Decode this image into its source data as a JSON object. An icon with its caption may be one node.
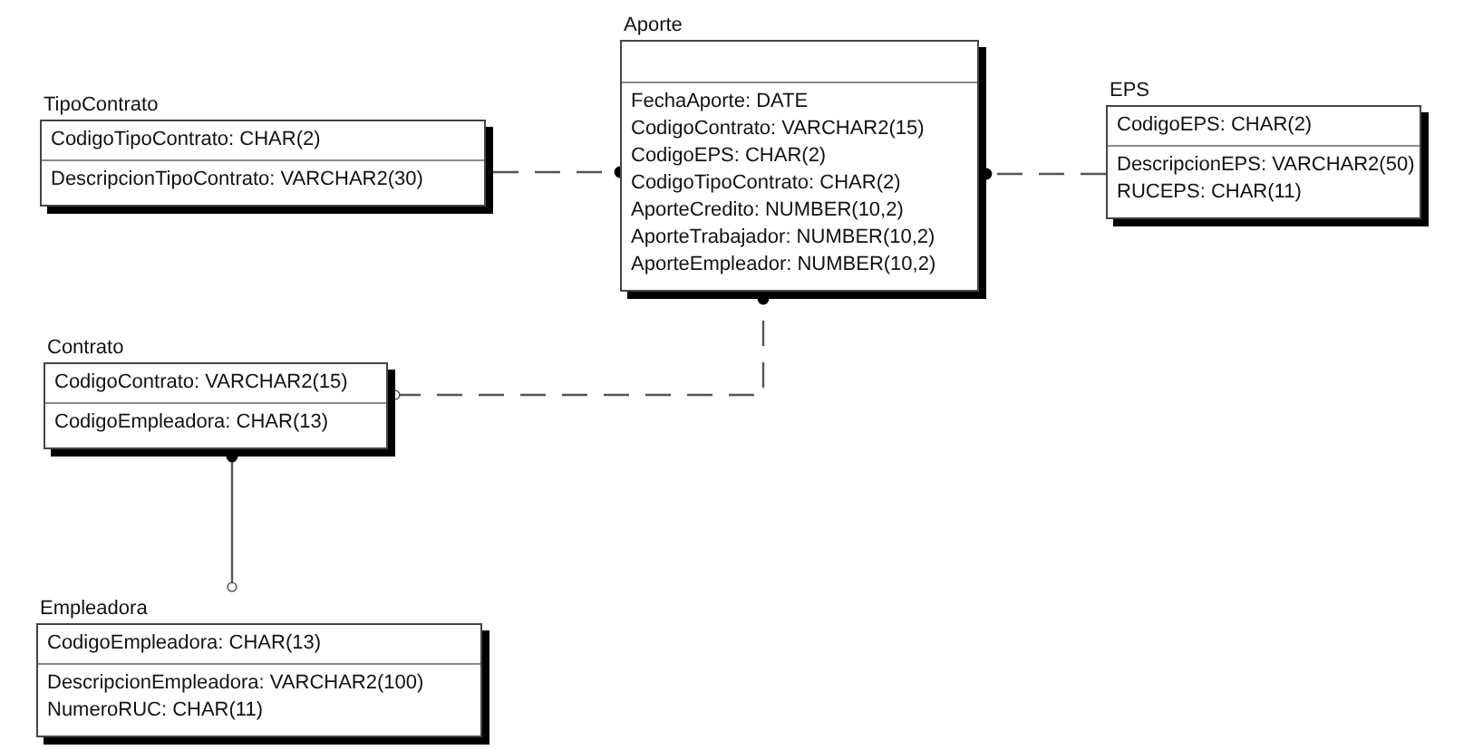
{
  "diagram": {
    "nodes": [
      {
        "text": [
          "Aporte"
        ]
      },
      {
        "text": [],
        "shape": "box",
        "in": 0
      },
      {
        "text": [
          "FechaAporte: DATE",
          "CodigoContrato: VARCHAR2(15)",
          "CodigoEPS: CHAR(2)",
          "CodigoTipoContrato: CHAR(2)",
          "AporteCredito: NUMBER(10,2)",
          "AporteTrabajador: NUMBER(10,2)",
          "AporteEmpleador: NUMBER(10,2)"
        ],
        "in": 0
      },
      {
        "text": [
          "TipoContrato"
        ]
      },
      {
        "text": [
          "CodigoTipoContrato: CHAR(2)"
        ],
        "in": 3
      },
      {
        "text": [
          "DescripcionTipoContrato: VARCHAR2(30)"
        ],
        "in": 3
      },
      {
        "text": [
          "EPS"
        ]
      },
      {
        "text": [
          "CodigoEPS: CHAR(2)"
        ],
        "in": 6
      },
      {
        "text": [
          "DescripcionEPS: VARCHAR2(50)",
          "RUCEPS: CHAR(11)"
        ],
        "in": 6
      },
      {
        "text": [
          "Contrato"
        ]
      },
      {
        "text": [
          "CodigoContrato: VARCHAR2(15)"
        ],
        "in": 9
      },
      {
        "text": [
          "CodigoEmpleadora: CHAR(13)"
        ],
        "in": 9
      },
      {
        "text": [
          "Empleadora"
        ]
      },
      {
        "text": [
          "CodigoEmpleadora: CHAR(13)"
        ],
        "in": 12
      },
      {
        "text": [
          "DescripcionEmpleadora: VARCHAR2(100)",
          "NumeroRUC: CHAR(11)"
        ],
        "in": 12
      }
    ],
    "edges": [
      {
        "from": 3,
        "to": 0,
        "arrow": "other",
        "style": "dashed"
      },
      {
        "from": 6,
        "to": 0,
        "arrow": "other",
        "style": "dashed"
      },
      {
        "from": 9,
        "to": 0,
        "arrow": "other",
        "style": "dashed"
      },
      {
        "from": 12,
        "to": 9,
        "arrow": "other"
      }
    ]
  }
}
